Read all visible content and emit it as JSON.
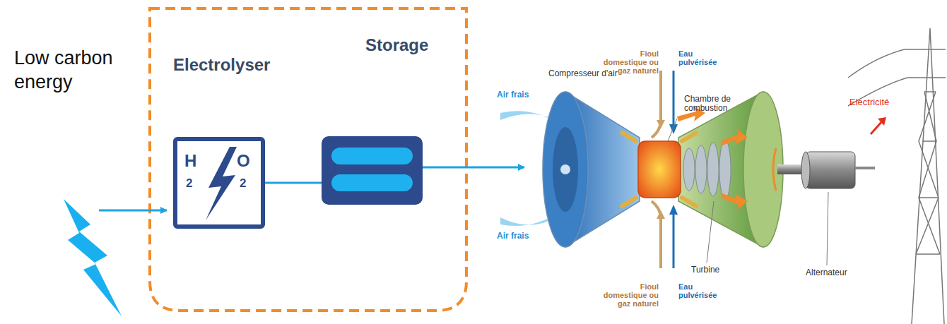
{
  "diagram": {
    "nodes": [
      {
        "text": [
          "Electrolyser",
          "H",
          "2",
          "O",
          "2"
        ]
      },
      {
        "text": [
          "Storage"
        ]
      }
    ],
    "edges": [
      {
        "from": 0,
        "to": 1,
        "arrow": "none"
      }
    ],
    "labels": [
      "Low carbon energy",
      "Air frais",
      "Compresseur d'air",
      "Fioul domestique ou gaz naturel",
      "Eau pulvérisée",
      "Chambre de combustion",
      "Electricité",
      "Air frais",
      "Turbine",
      "Fioul domestique ou gaz naturel",
      "Eau pulvérisée",
      "Alternateur"
    ]
  }
}
